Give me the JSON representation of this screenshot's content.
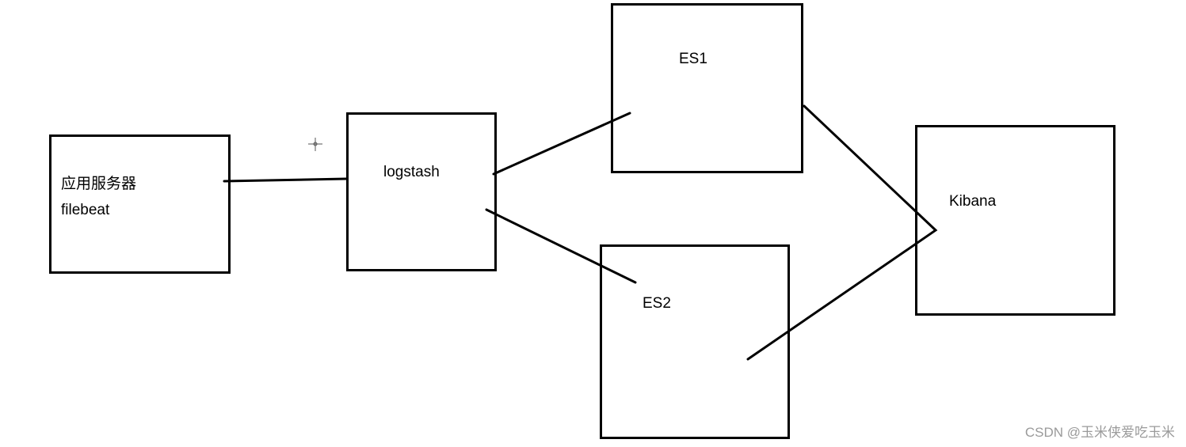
{
  "nodes": {
    "app_server": {
      "line1": "应用服务器",
      "line2": "filebeat"
    },
    "logstash": {
      "label": "logstash"
    },
    "es1": {
      "label": "ES1"
    },
    "es2": {
      "label": "ES2"
    },
    "kibana": {
      "label": "Kibana"
    }
  },
  "watermark": "CSDN @玉米侠爱吃玉米",
  "colors": {
    "stroke": "#000000",
    "background": "#ffffff",
    "watermark": "#9a9a9a"
  },
  "icons": [
    "crosshair-cursor-icon"
  ]
}
